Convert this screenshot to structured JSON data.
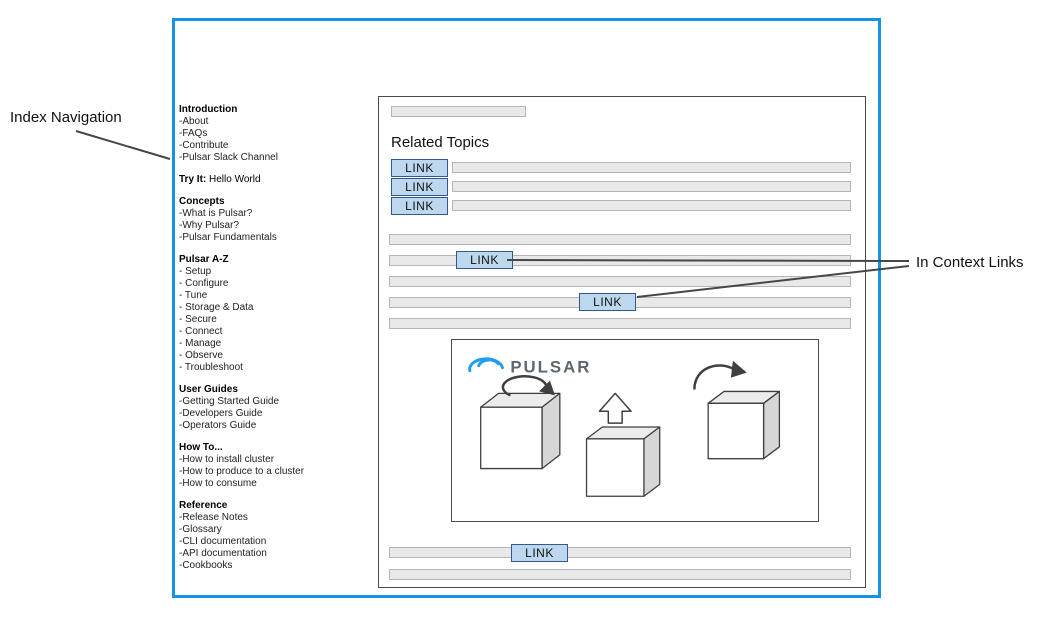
{
  "colors": {
    "frame_blue": "#1593e6",
    "link_fill": "#bdd7ee",
    "link_border": "#31598c",
    "bar_fill": "#e9e9e9",
    "bar_border": "#b5b5b5",
    "logo_blue": "#1e9df2",
    "logo_gray": "#5b6770"
  },
  "annotations": {
    "index_navigation": "Index Navigation",
    "in_context_links": "In Context Links"
  },
  "sidebar": {
    "sections": [
      {
        "title": "Introduction",
        "items": [
          "-About",
          "-FAQs",
          "-Contribute",
          "-Pulsar Slack Channel"
        ]
      },
      {
        "title": "Try It:",
        "inline": " Hello World",
        "items": []
      },
      {
        "title": "Concepts",
        "items": [
          "-What is Pulsar?",
          "-Why Pulsar?",
          "-Pulsar Fundamentals"
        ]
      },
      {
        "title": "Pulsar A-Z",
        "items": [
          "- Setup",
          "- Configure",
          "- Tune",
          "- Storage & Data",
          "- Secure",
          "- Connect",
          "- Manage",
          "- Observe",
          "- Troubleshoot"
        ]
      },
      {
        "title": "User Guides",
        "items": [
          "-Getting Started Guide",
          "-Developers Guide",
          "-Operators Guide"
        ]
      },
      {
        "title": "How To...",
        "items": [
          "-How to install cluster",
          "-How to produce to a cluster",
          "-How to consume"
        ]
      },
      {
        "title": "Reference",
        "items": [
          "-Release Notes",
          "-Glossary",
          "-CLI documentation",
          "-API documentation",
          "-Cookbooks"
        ]
      }
    ]
  },
  "content": {
    "related_topics_heading": "Related Topics",
    "link_label": "LINK",
    "logo_text": "PULSAR"
  }
}
